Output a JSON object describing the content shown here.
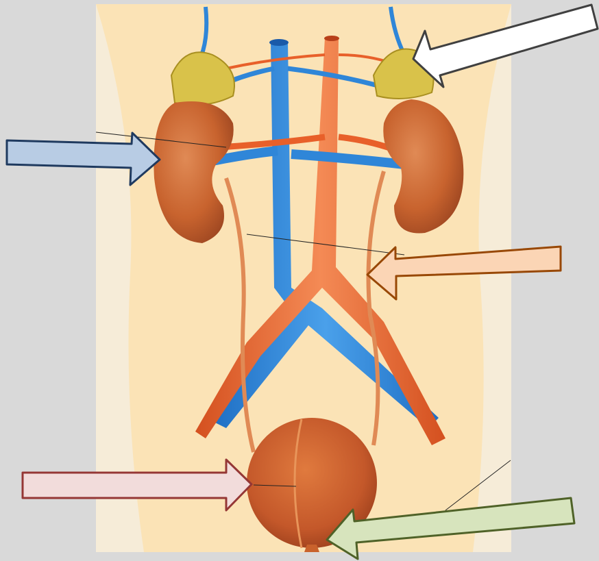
{
  "background_color": "#d9d9d9",
  "panel_color": "#fbe3b6",
  "colors": {
    "kidney": "#c8632e",
    "artery": "#e8602a",
    "vein": "#2f86d8",
    "adrenal": "#d9c24a",
    "ureter": "#e08a55",
    "bladder": "#c9622c"
  },
  "arrows": [
    {
      "id": "white",
      "fill": "#ffffff",
      "stroke": "#404040",
      "points_to": "adrenal-gland"
    },
    {
      "id": "blue",
      "fill": "#b8cce4",
      "stroke": "#1f3a5f",
      "points_to": "kidney"
    },
    {
      "id": "orange",
      "fill": "#fbd5b5",
      "stroke": "#984806",
      "points_to": "ureter"
    },
    {
      "id": "red",
      "fill": "#f2dcdb",
      "stroke": "#953735",
      "points_to": "bladder"
    },
    {
      "id": "green",
      "fill": "#d7e4bd",
      "stroke": "#4f6228",
      "points_to": "urethra"
    }
  ]
}
